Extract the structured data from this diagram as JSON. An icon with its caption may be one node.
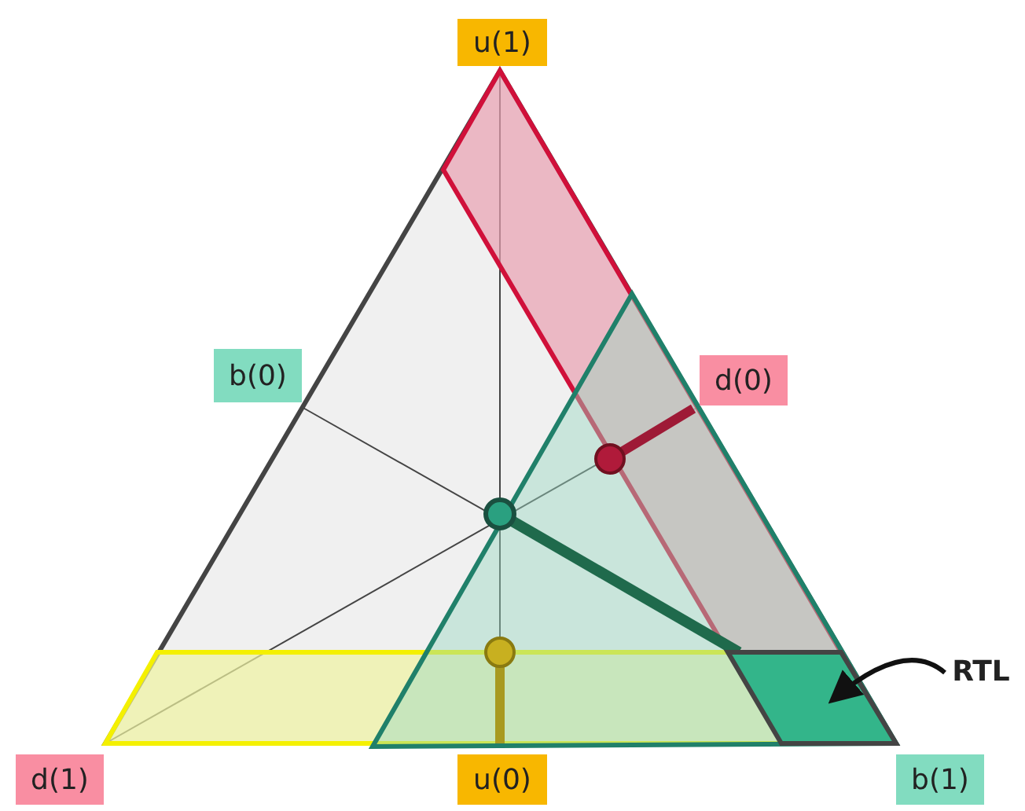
{
  "diagram": {
    "nodes": [
      {
        "text": [
          "u(1)"
        ]
      },
      {
        "text": [
          "b(0)"
        ]
      },
      {
        "text": [
          "d(0)"
        ]
      },
      {
        "text": [
          "d(1)"
        ]
      },
      {
        "text": [
          "u(0)"
        ]
      },
      {
        "text": [
          "b(1)"
        ]
      },
      {
        "text": [
          "RTL"
        ]
      },
      {
        "text": [],
        "shape": "box"
      }
    ],
    "edges": [
      {
        "from": 6,
        "to": 7,
        "arrow": "to"
      }
    ]
  }
}
